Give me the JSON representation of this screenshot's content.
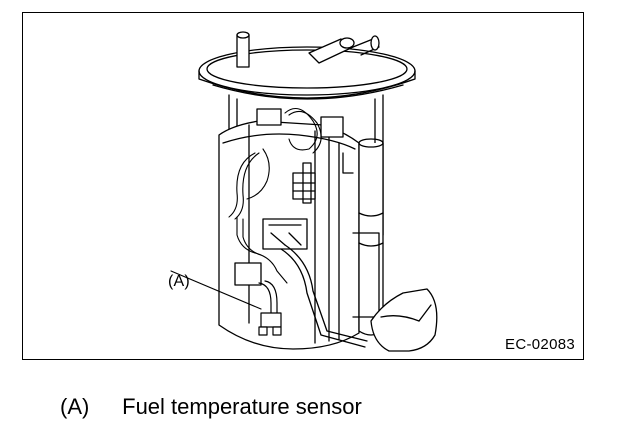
{
  "figure": {
    "callout_label": "(A)",
    "figure_code": "EC-02083"
  },
  "caption": {
    "label": "(A)",
    "text": "Fuel temperature sensor"
  },
  "colors": {
    "line": "#000000",
    "background": "#ffffff"
  }
}
